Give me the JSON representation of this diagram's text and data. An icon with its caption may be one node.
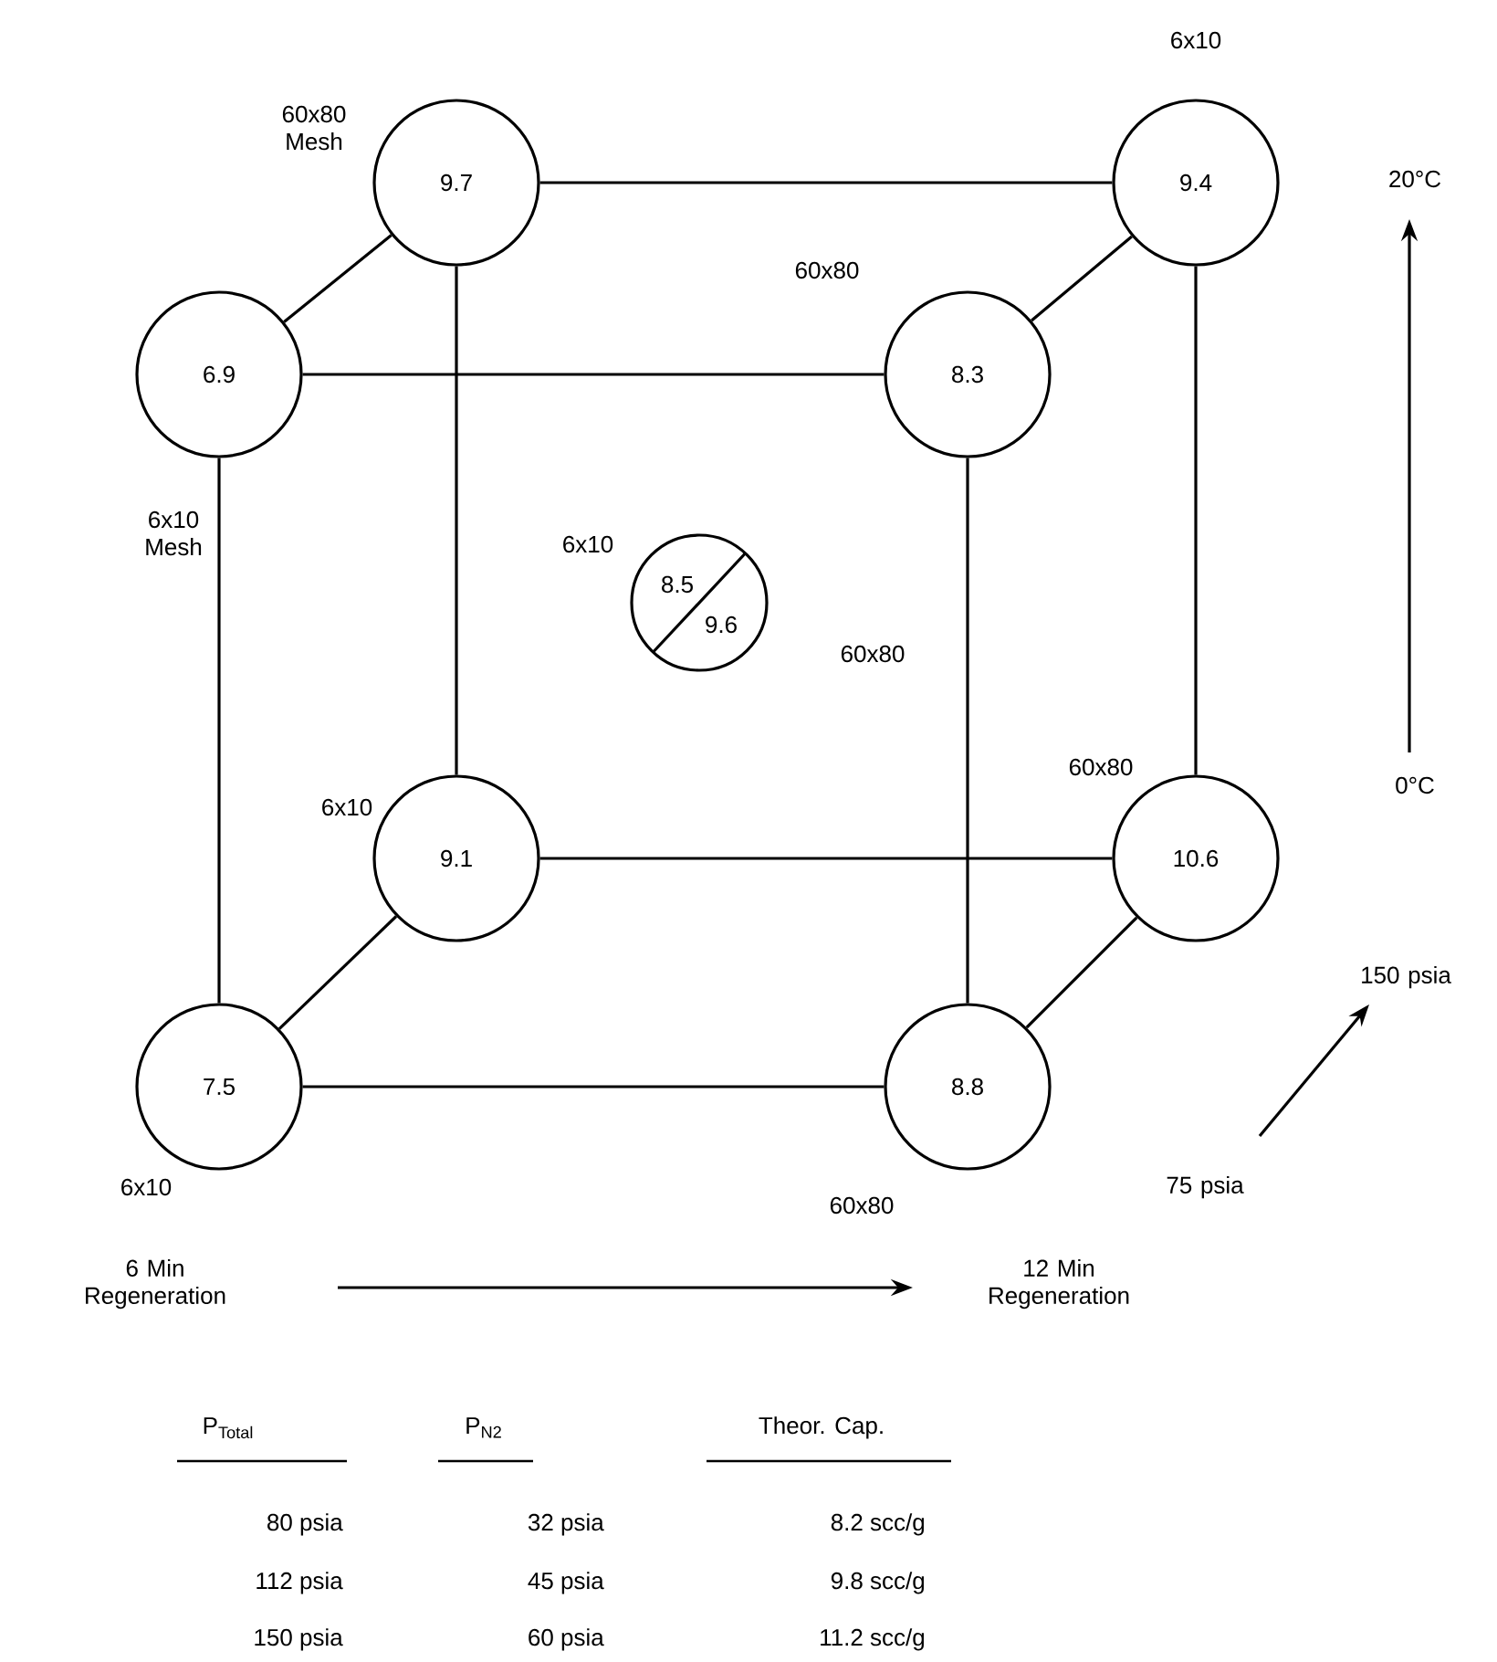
{
  "diagram": {
    "nodes": [
      {
        "text": [
          "9.7"
        ],
        "beside": [
          "60x80 Mesh"
        ]
      },
      {
        "text": [
          "9.4"
        ],
        "beside": [
          "6x10"
        ]
      },
      {
        "text": [
          "6.9"
        ],
        "beside": [
          "6x10 Mesh"
        ]
      },
      {
        "text": [
          "8.3"
        ],
        "beside": [
          "60x80"
        ]
      },
      {
        "text": [
          "8.5",
          "9.6"
        ],
        "beside": [
          "6x10",
          "60x80"
        ]
      },
      {
        "text": [
          "9.1"
        ],
        "beside": [
          "6x10"
        ]
      },
      {
        "text": [
          "10.6"
        ],
        "beside": [
          "60x80"
        ]
      },
      {
        "text": [
          "7.5"
        ],
        "beside": [
          "6x10"
        ]
      },
      {
        "text": [
          "8.8"
        ],
        "beside": [
          "60x80"
        ]
      }
    ],
    "edges": [
      {
        "from": 0,
        "to": 1,
        "arrow": "none"
      },
      {
        "from": 0,
        "to": 2,
        "arrow": "none"
      },
      {
        "from": 0,
        "to": 5,
        "arrow": "none"
      },
      {
        "from": 1,
        "to": 3,
        "arrow": "none"
      },
      {
        "from": 1,
        "to": 6,
        "arrow": "none"
      },
      {
        "from": 2,
        "to": 3,
        "arrow": "none"
      },
      {
        "from": 2,
        "to": 7,
        "arrow": "none"
      },
      {
        "from": 3,
        "to": 8,
        "arrow": "none"
      },
      {
        "from": 5,
        "to": 6,
        "arrow": "none"
      },
      {
        "from": 5,
        "to": 7,
        "arrow": "none"
      },
      {
        "from": 6,
        "to": 8,
        "arrow": "none"
      },
      {
        "from": 7,
        "to": 8,
        "arrow": "none"
      }
    ],
    "labels": [
      "20°C",
      "0°C",
      "150 psia",
      "75 psia",
      "6 Min Regeneration",
      "12 Min Regeneration",
      "P$_{Total}$",
      "P$_{N2}$",
      "Theor. Cap.",
      "80 psia",
      "32 psia",
      "8.2 scc/g",
      "112 psia",
      "45 psia",
      "9.8 scc/g",
      "150 psia",
      "60 psia",
      "11.2 scc/g"
    ]
  }
}
